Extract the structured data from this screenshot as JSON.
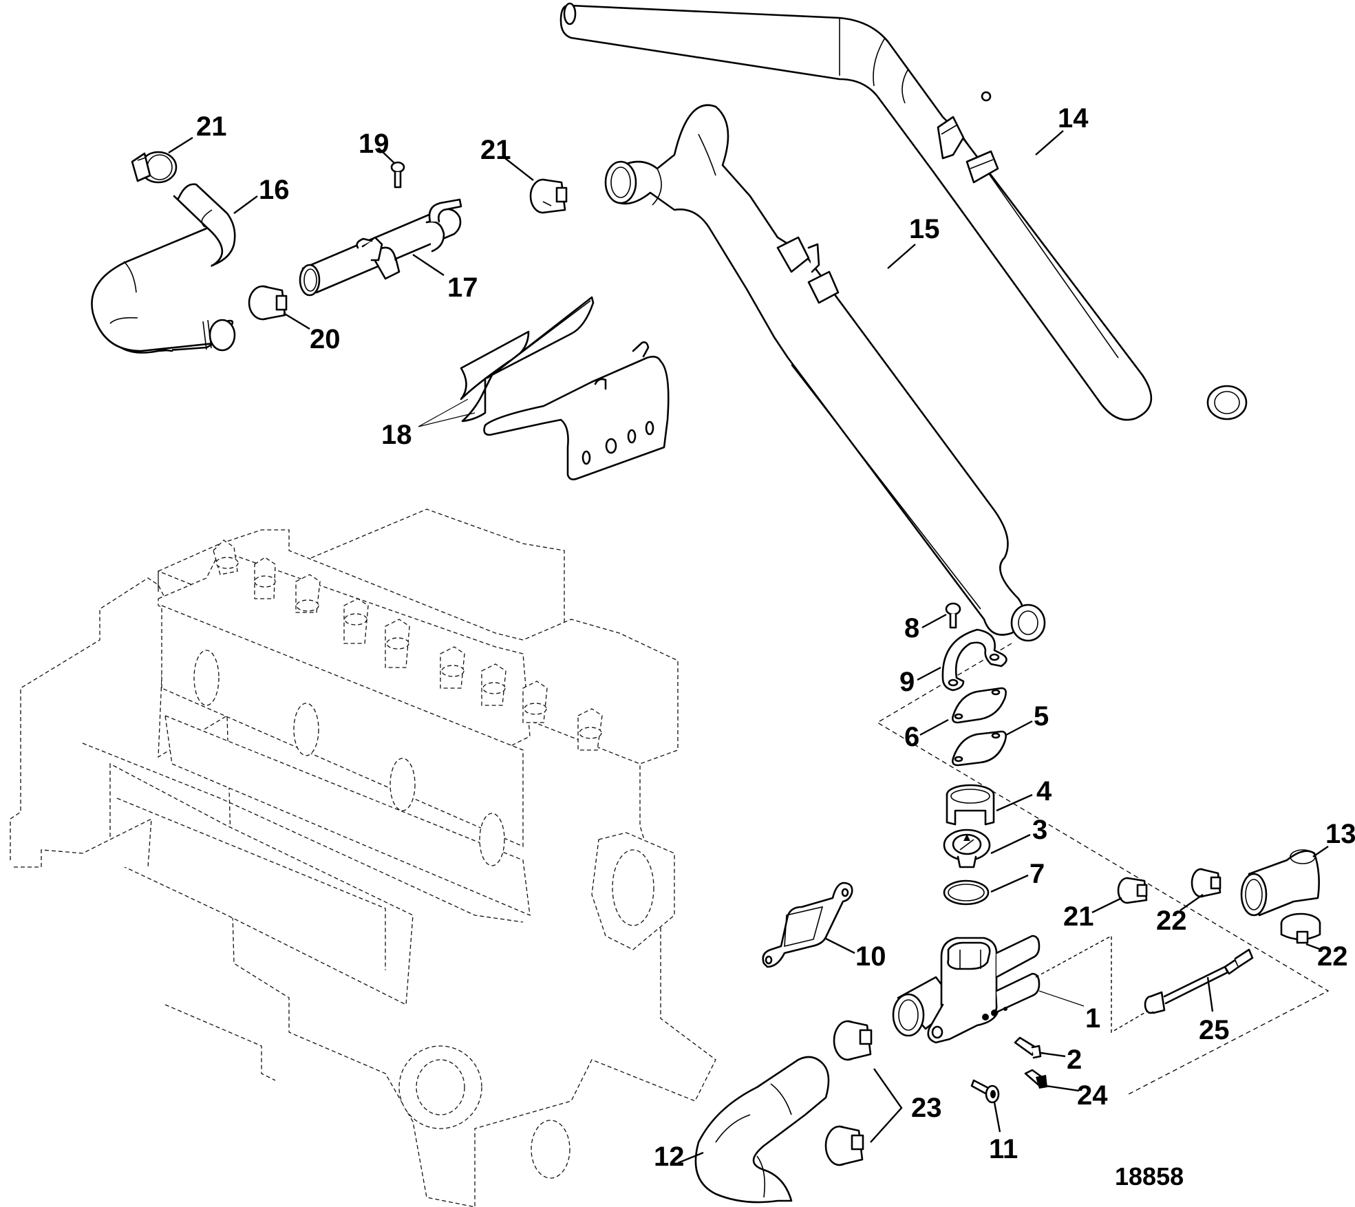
{
  "figure": {
    "number": "18858",
    "description": "Exploded parts diagram: engine cooling hoses, thermostat housing and related hardware on an inline engine block (shown dashed)"
  },
  "callouts": [
    {
      "id": "c1",
      "label": "1",
      "part": "thermostat-housing"
    },
    {
      "id": "c2",
      "label": "2",
      "part": "sensor-fitting"
    },
    {
      "id": "c3",
      "label": "3",
      "part": "thermostat"
    },
    {
      "id": "c4",
      "label": "4",
      "part": "thermostat-sleeve"
    },
    {
      "id": "c5",
      "label": "5",
      "part": "gasket"
    },
    {
      "id": "c6",
      "label": "6",
      "part": "cover-plate"
    },
    {
      "id": "c7",
      "label": "7",
      "part": "o-ring"
    },
    {
      "id": "c8",
      "label": "8",
      "part": "screw"
    },
    {
      "id": "c9",
      "label": "9",
      "part": "strap-bracket"
    },
    {
      "id": "c10",
      "label": "10",
      "part": "housing-gasket"
    },
    {
      "id": "c11",
      "label": "11",
      "part": "bolt"
    },
    {
      "id": "c12",
      "label": "12",
      "part": "elbow-hose"
    },
    {
      "id": "c13",
      "label": "13",
      "part": "elbow-fitting"
    },
    {
      "id": "c14",
      "label": "14",
      "part": "long-hose"
    },
    {
      "id": "c15",
      "label": "15",
      "part": "bypass-hose"
    },
    {
      "id": "c16",
      "label": "16",
      "part": "s-hose"
    },
    {
      "id": "c17",
      "label": "17",
      "part": "tube-assembly"
    },
    {
      "id": "c18",
      "label": "18",
      "part": "heat-shield"
    },
    {
      "id": "c19",
      "label": "19",
      "part": "screw"
    },
    {
      "id": "c20",
      "label": "20",
      "part": "hose-clamp"
    },
    {
      "id": "c21a",
      "label": "21",
      "part": "hose-clamp"
    },
    {
      "id": "c21b",
      "label": "21",
      "part": "hose-clamp"
    },
    {
      "id": "c21c",
      "label": "21",
      "part": "hose-clamp"
    },
    {
      "id": "c22a",
      "label": "22",
      "part": "hose-clamp"
    },
    {
      "id": "c22b",
      "label": "22",
      "part": "hose-clamp"
    },
    {
      "id": "c23",
      "label": "23",
      "part": "hose-clamp-pair"
    },
    {
      "id": "c24",
      "label": "24",
      "part": "sender"
    },
    {
      "id": "c25",
      "label": "25",
      "part": "temperature-sensor-harness"
    }
  ]
}
